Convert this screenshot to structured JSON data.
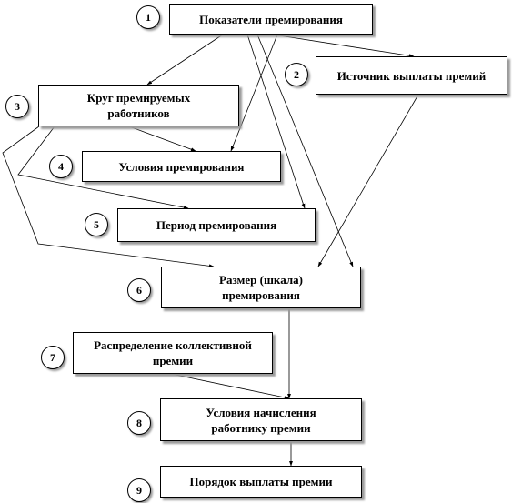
{
  "nodes": [
    {
      "id": "b1",
      "num": "1",
      "label": "Показатели премирования"
    },
    {
      "id": "b2",
      "num": "2",
      "label": "Источник выплаты премий"
    },
    {
      "id": "b3",
      "num": "3",
      "label": "Круг премируемых\nработников"
    },
    {
      "id": "b4",
      "num": "4",
      "label": "Условия премирования"
    },
    {
      "id": "b5",
      "num": "5",
      "label": "Период премирования"
    },
    {
      "id": "b6",
      "num": "6",
      "label": "Размер (шкала)\nпремирования"
    },
    {
      "id": "b7",
      "num": "7",
      "label": "Распределение коллективной\nпремии"
    },
    {
      "id": "b8",
      "num": "8",
      "label": "Условия начисления\nработнику премии"
    },
    {
      "id": "b9",
      "num": "9",
      "label": "Порядок выплаты премии"
    }
  ]
}
